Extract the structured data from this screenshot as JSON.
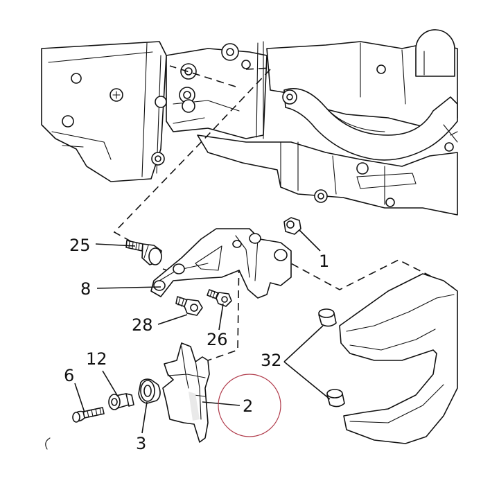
{
  "callouts": {
    "c1": "1",
    "c2": "2",
    "c3": "3",
    "c6": "6",
    "c8": "8",
    "c12": "12",
    "c25": "25",
    "c26": "26",
    "c28": "28",
    "c32": "32"
  },
  "colors": {
    "line": "#111111",
    "highlight_circle": "#b03a4a",
    "background": "#ffffff"
  },
  "highlighted_callout": "2"
}
